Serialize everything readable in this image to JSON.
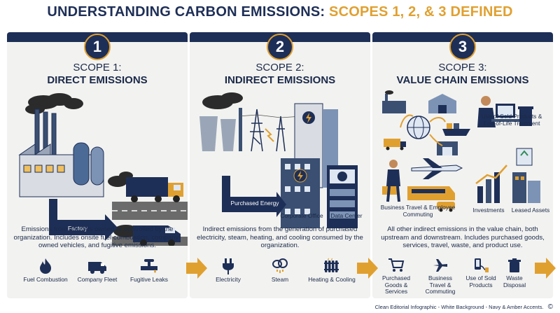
{
  "title": {
    "part1": "UNDERSTANDING CARBON EMISSIONS:",
    "part2": "SCOPES 1, 2, & 3 DEFINED"
  },
  "panels": [
    {
      "number": "1",
      "title_line1": "SCOPE 1:",
      "title_line2": "DIRECT EMISSIONS",
      "illus_labels": {
        "factory": "Factory"
      },
      "description": "Emissions from sources owned or controlled by the organization. Includes onsite fuel combustion, company-owned vehicles, and fugitive emissions.",
      "icons": [
        {
          "icon": "flame-icon",
          "label": "Fuel Combustion"
        },
        {
          "icon": "van-icon",
          "label": "Company Fleet"
        },
        {
          "icon": "valve-icon",
          "label": "Fugitive Leaks"
        }
      ]
    },
    {
      "number": "2",
      "title_line1": "SCOPE 2:",
      "title_line2": "INDIRECT EMISSIONS",
      "illus_labels": {
        "purchased_energy": "Purchased Energy",
        "office": "Corporate Office",
        "datacenter": "Data Center"
      },
      "description": "Indirect emissions from the generation of purchased electricity, steam, heating, and cooling consumed by the organization.",
      "icons": [
        {
          "icon": "plug-icon",
          "label": "Electricity"
        },
        {
          "icon": "steam-icon",
          "label": "Steam"
        },
        {
          "icon": "radiator-icon",
          "label": "Heating & Cooling"
        }
      ]
    },
    {
      "number": "3",
      "title_line1": "SCOPE 3:",
      "title_line2": "VALUE CHAIN EMISSIONS",
      "illus_labels": {
        "use_of_products": "Use of Sold Products & End-of-Life Treatment",
        "travel": "Business Travel & Employee Commuting",
        "investments": "Investments",
        "leased": "Leased Assets"
      },
      "description": "All other indirect emissions in the value chain, both upstream and downstream. Includes purchased goods, services, travel, waste, and product use.",
      "icons": [
        {
          "icon": "cart-icon",
          "label": "Purchased Goods & Services"
        },
        {
          "icon": "plane-icon",
          "label": "Business Travel & Commuting"
        },
        {
          "icon": "phone-plug-icon",
          "label": "Use of Sold Products"
        },
        {
          "icon": "bin-icon",
          "label": "Waste Disposal"
        }
      ]
    }
  ],
  "footer": "Clean Editorial Infographic - White Background - Navy & Amber Accents.",
  "colors": {
    "navy": "#1e2f57",
    "amber": "#e0a030",
    "panel_bg": "#f2f2f0"
  }
}
